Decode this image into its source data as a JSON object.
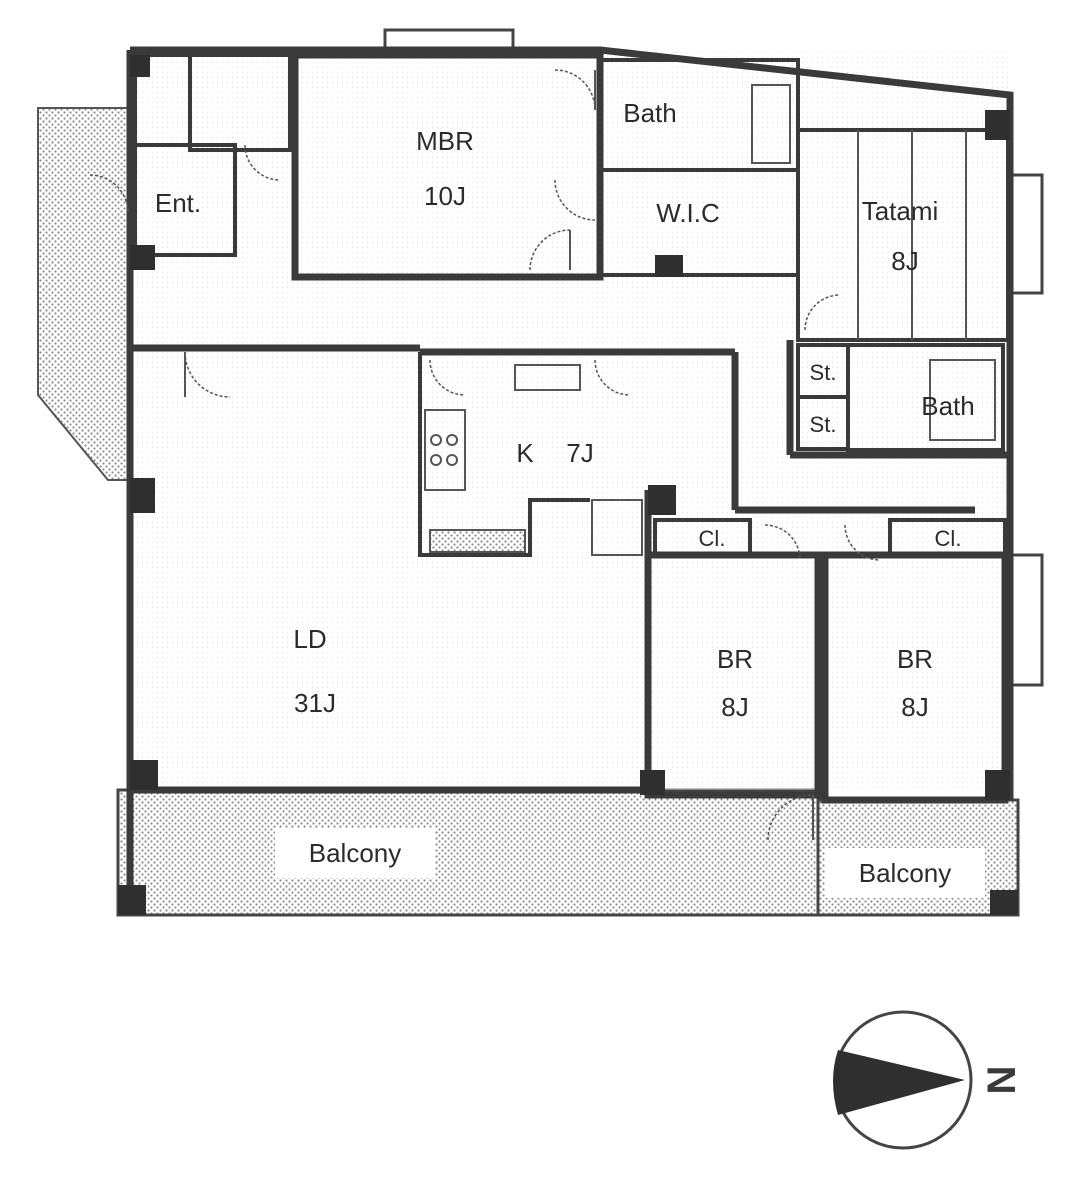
{
  "rooms": {
    "mbr": {
      "name": "MBR",
      "size": "10J"
    },
    "bath_upper": {
      "name": "Bath"
    },
    "wic": {
      "name": "W.I.C"
    },
    "tatami": {
      "name": "Tatami",
      "size": "8J"
    },
    "entrance": {
      "name": "Ent."
    },
    "storage_1": {
      "name": "St."
    },
    "storage_2": {
      "name": "St."
    },
    "bath_lower": {
      "name": "Bath"
    },
    "kitchen": {
      "name": "K",
      "size": "7J"
    },
    "ld": {
      "name": "LD",
      "size": "31J"
    },
    "closet_1": {
      "name": "Cl."
    },
    "closet_2": {
      "name": "Cl."
    },
    "br_1": {
      "name": "BR",
      "size": "8J"
    },
    "br_2": {
      "name": "BR",
      "size": "8J"
    },
    "balcony_1": {
      "name": "Balcony"
    },
    "balcony_2": {
      "name": "Balcony"
    }
  },
  "compass": {
    "label": "N"
  },
  "colors": {
    "wall": "#3a3a3a",
    "balcony_hatch": "#8a8a8a",
    "compass_fill": "#2f2f2f"
  }
}
